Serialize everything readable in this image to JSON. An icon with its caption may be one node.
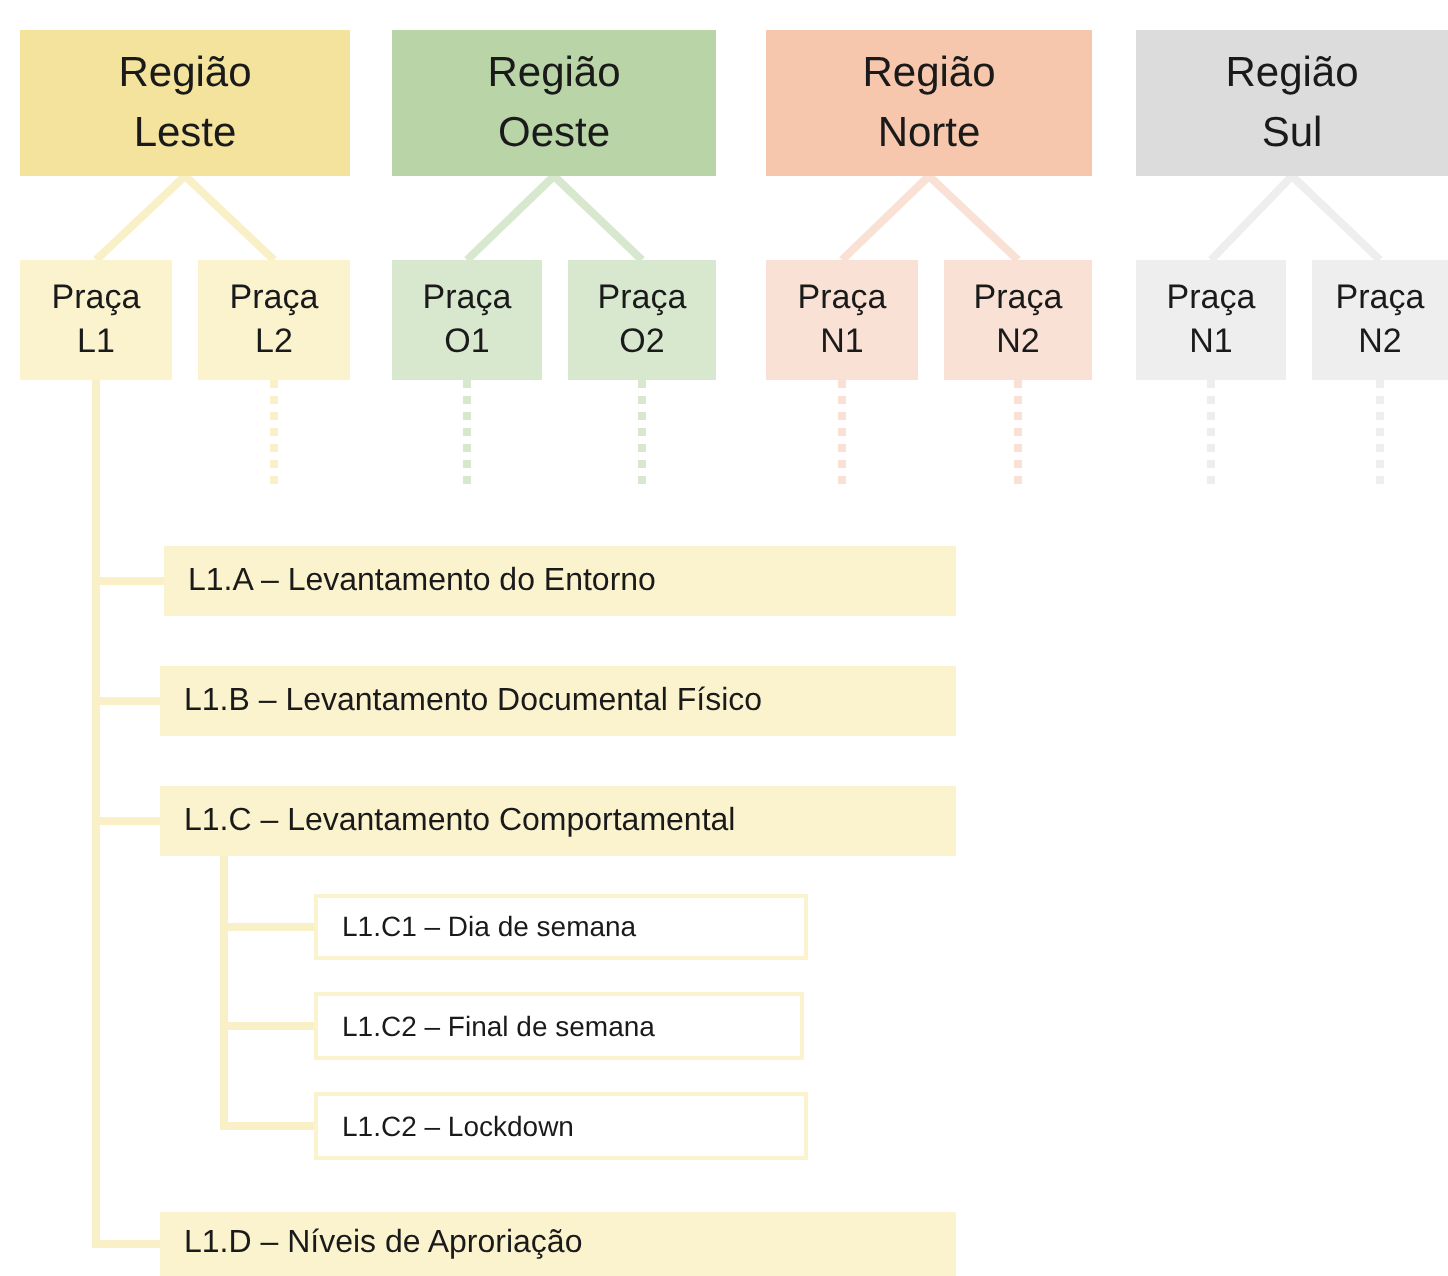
{
  "diagram": {
    "nodes": [
      {
        "text": [
          "Região Leste"
        ]
      },
      {
        "text": [
          "Região Oeste"
        ]
      },
      {
        "text": [
          "Região Norte"
        ]
      },
      {
        "text": [
          "Região Sul"
        ]
      },
      {
        "text": [
          "Praça L1"
        ]
      },
      {
        "text": [
          "Praça L2"
        ]
      },
      {
        "text": [
          "Praça O1"
        ]
      },
      {
        "text": [
          "Praça O2"
        ]
      },
      {
        "text": [
          "Praça N1"
        ]
      },
      {
        "text": [
          "Praça N2"
        ]
      },
      {
        "text": [
          "Praça N1"
        ]
      },
      {
        "text": [
          "Praça N2"
        ]
      },
      {
        "text": [
          "L1.A – Levantamento do Entorno"
        ]
      },
      {
        "text": [
          "L1.B – Levantamento Documental Físico"
        ]
      },
      {
        "text": [
          "L1.C – Levantamento Comportamental"
        ]
      },
      {
        "text": [
          "L1.C1 – Dia de semana"
        ]
      },
      {
        "text": [
          "L1.C2 – Final de semana"
        ]
      },
      {
        "text": [
          "L1.C2 – Lockdown"
        ]
      },
      {
        "text": [
          "L1.D – Níveis de Aproriação"
        ]
      }
    ],
    "edges": [
      {
        "from": 0,
        "to": 4,
        "arrow": "none",
        "color": "#faf0c8"
      },
      {
        "from": 0,
        "to": 5,
        "arrow": "none",
        "color": "#faf0c8"
      },
      {
        "from": 1,
        "to": 6,
        "arrow": "none",
        "color": "#d8e8cf"
      },
      {
        "from": 1,
        "to": 7,
        "arrow": "none",
        "color": "#d8e8cf"
      },
      {
        "from": 2,
        "to": 8,
        "arrow": "none",
        "color": "#fae1d5"
      },
      {
        "from": 2,
        "to": 9,
        "arrow": "none",
        "color": "#fae1d5"
      },
      {
        "from": 3,
        "to": 10,
        "arrow": "none",
        "color": "#eeeeee"
      },
      {
        "from": 3,
        "to": 11,
        "arrow": "none",
        "color": "#eeeeee"
      },
      {
        "from": 5,
        "to": null,
        "arrow": "none",
        "style": "dashed",
        "color": "#faf0c8"
      },
      {
        "from": 6,
        "to": null,
        "arrow": "none",
        "style": "dashed",
        "color": "#d8e8cf"
      },
      {
        "from": 7,
        "to": null,
        "arrow": "none",
        "style": "dashed",
        "color": "#d8e8cf"
      },
      {
        "from": 8,
        "to": null,
        "arrow": "none",
        "style": "dashed",
        "color": "#fae1d5"
      },
      {
        "from": 9,
        "to": null,
        "arrow": "none",
        "style": "dashed",
        "color": "#fae1d5"
      },
      {
        "from": 10,
        "to": null,
        "arrow": "none",
        "style": "dashed",
        "color": "#eeeeee"
      },
      {
        "from": 11,
        "to": null,
        "arrow": "none",
        "style": "dashed",
        "color": "#eeeeee"
      },
      {
        "from": 4,
        "to": 12,
        "arrow": "none",
        "color": "#faf0c8"
      },
      {
        "from": 4,
        "to": 13,
        "arrow": "none",
        "color": "#faf0c8"
      },
      {
        "from": 4,
        "to": 14,
        "arrow": "none",
        "color": "#faf0c8"
      },
      {
        "from": 4,
        "to": 18,
        "arrow": "none",
        "color": "#faf0c8"
      },
      {
        "from": 14,
        "to": 15,
        "arrow": "none",
        "color": "#faf0c8"
      },
      {
        "from": 14,
        "to": 16,
        "arrow": "none",
        "color": "#faf0c8"
      },
      {
        "from": 14,
        "to": 17,
        "arrow": "none",
        "color": "#faf0c8"
      }
    ]
  }
}
